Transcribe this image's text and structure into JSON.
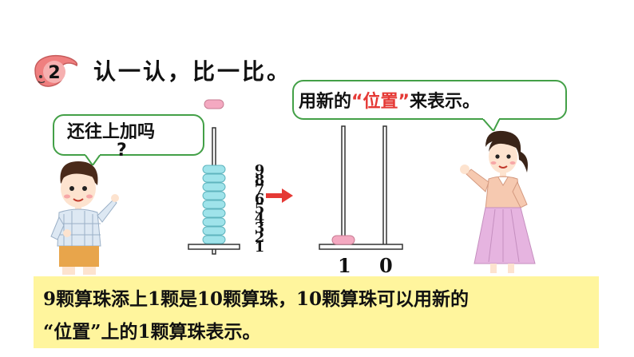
{
  "lesson": {
    "number": "2",
    "title": "认一认，比一比。"
  },
  "boy_speech": {
    "line1": "还往上加吗",
    "line2": "?"
  },
  "girl_speech": {
    "prefix": "用新的",
    "highlight": "“位置”",
    "suffix": "来表示。"
  },
  "abacus_left": {
    "bead_labels": [
      "9",
      "8",
      "7",
      "6",
      "5",
      "4",
      "3",
      "2",
      "1"
    ],
    "beads_on_rod": 9,
    "beads_above": 1
  },
  "abacus_right": {
    "place_labels": [
      "1",
      "0"
    ]
  },
  "summary": {
    "line1": "9颗算珠添上1颗是10颗算珠，10颗算珠可以用新的",
    "line2": "“位置”上的1颗算珠表示。"
  },
  "colors": {
    "bubble_border": "#43a047",
    "bead_blue": "#9fe3ea",
    "bead_pink": "#f4a9c1",
    "arrow_red": "#e53935",
    "banner_yellow": "#fff59d"
  }
}
